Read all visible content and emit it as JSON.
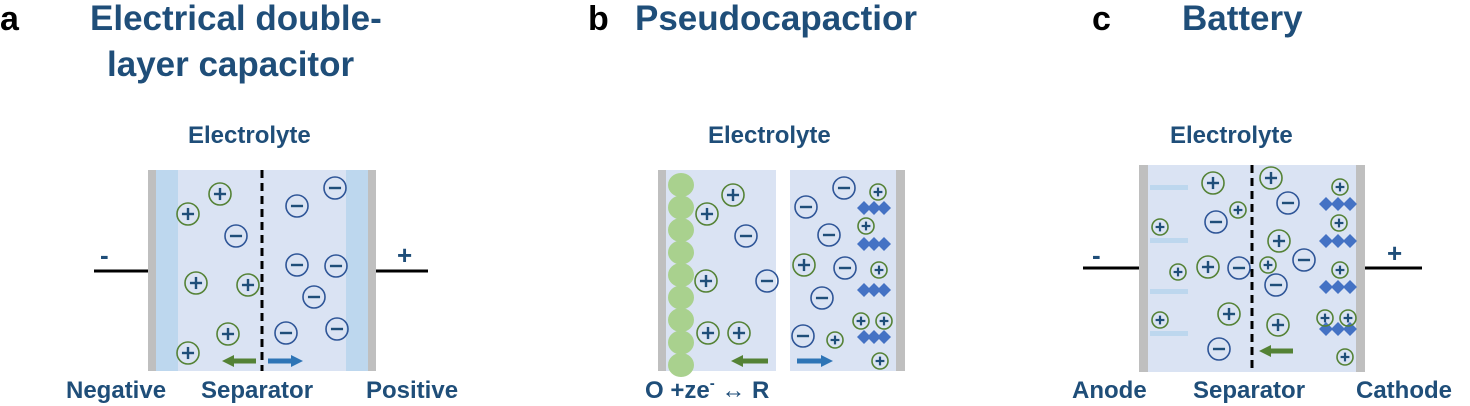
{
  "panels": [
    {
      "letter": "a",
      "title_lines": [
        "Electrical double-",
        "layer capacitor"
      ],
      "electrolyte_label": "Electrolyte",
      "left_label": "Negative",
      "center_label": "Separator",
      "right_label": "Positive",
      "left_terminal": "-",
      "right_terminal": "+"
    },
    {
      "letter": "b",
      "title_lines": [
        "Pseudocapactior"
      ],
      "electrolyte_label": "Electrolyte",
      "reaction": {
        "prefix": "O +ze",
        "sup": "-",
        "suffix": " ↔ R"
      }
    },
    {
      "letter": "c",
      "title_lines": [
        "Battery"
      ],
      "electrolyte_label": "Electrolyte",
      "left_label": "Anode",
      "center_label": "Separator",
      "right_label": "Cathode",
      "left_terminal": "-",
      "right_terminal": "+"
    }
  ],
  "colors": {
    "title": "#1f4e79",
    "cell_fill": "#dae3f3",
    "electrode_layer": "#bdd7ee",
    "collector": "#bfbfbf",
    "cation_ring": "#548235",
    "anion_ring": "#2e5597",
    "green_sphere": "#a9d18e",
    "diamond": "#4472c4",
    "arrow_green": "#548235",
    "arrow_blue": "#2e75b6"
  }
}
